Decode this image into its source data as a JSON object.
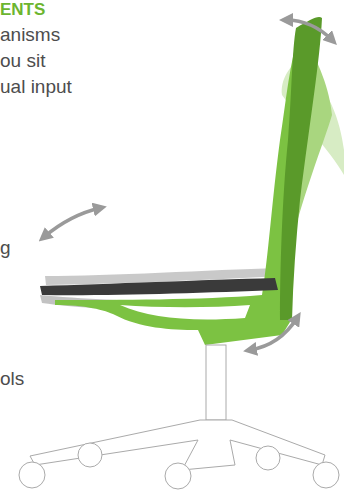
{
  "diagram": {
    "title": "ENTS",
    "labels": [
      "anisms",
      "ou sit",
      "ual input",
      "g",
      "ols"
    ]
  }
}
